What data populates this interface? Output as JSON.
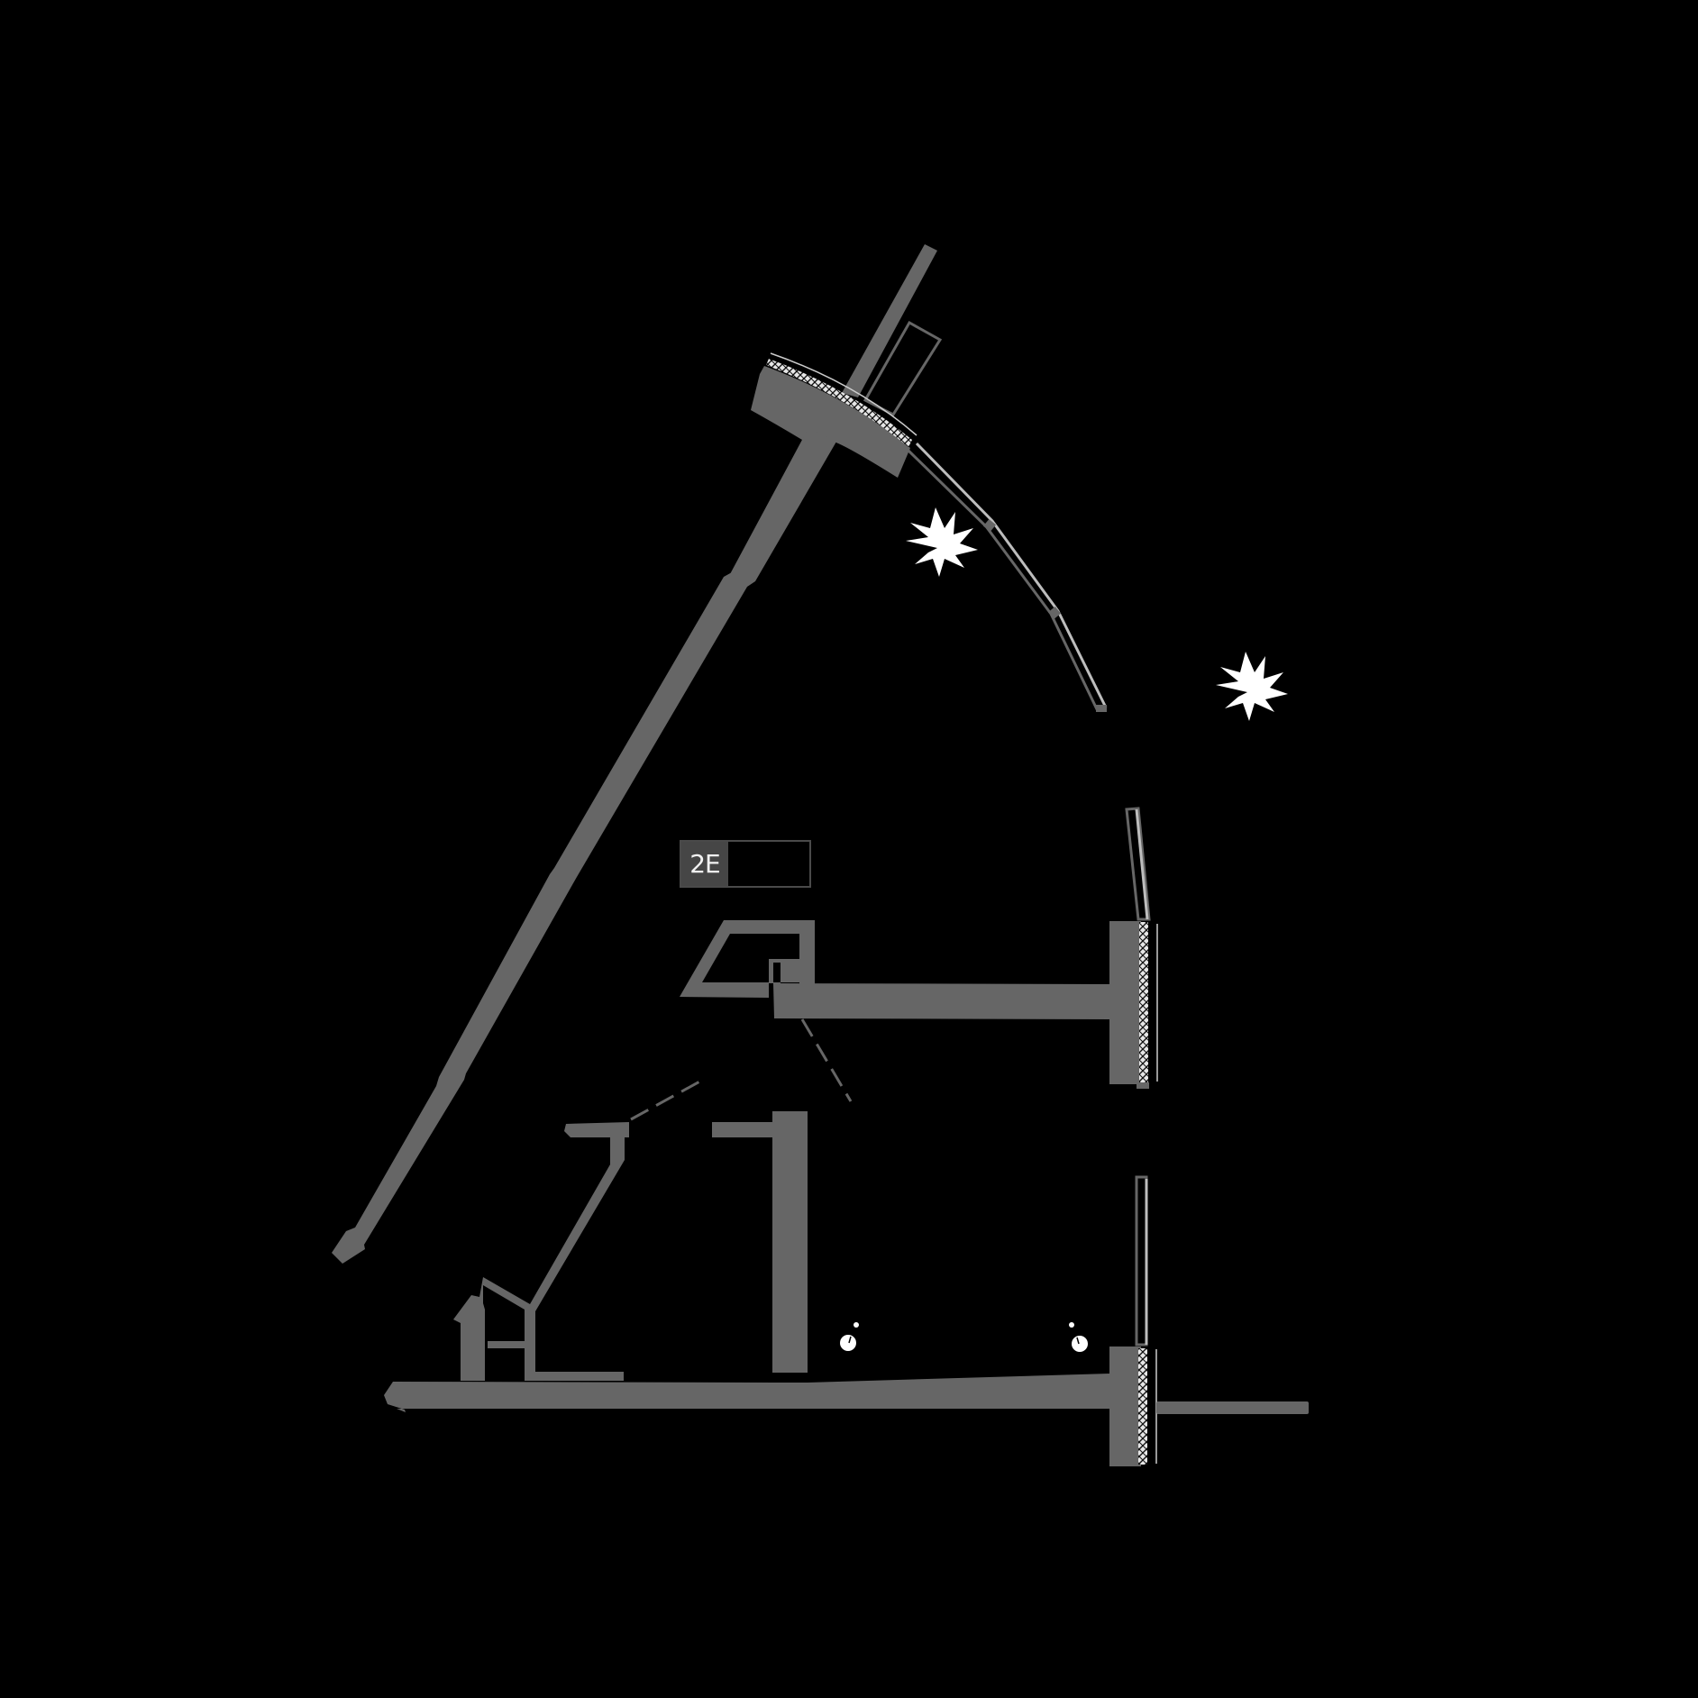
{
  "plan": {
    "type": "architectural floor plan",
    "background_color": "#000000",
    "wall_color": "#666666",
    "unit_label": {
      "code": "2E",
      "value": "",
      "code_bg_color": "#464646",
      "text_color": "#f2f2f2"
    },
    "icons": [
      {
        "name": "plant-icon",
        "count": 2
      },
      {
        "name": "light-fixture-icon",
        "count": 2
      }
    ]
  }
}
